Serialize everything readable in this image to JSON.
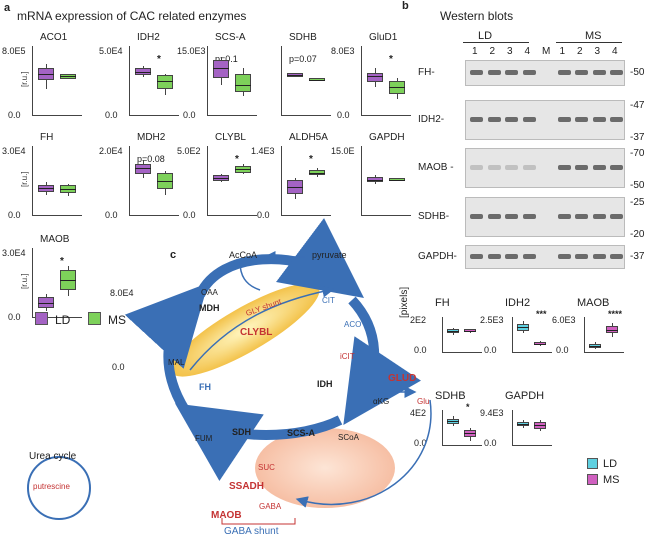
{
  "panel_a": {
    "letter": "a",
    "title": "mRNA expression of CAC related enzymes",
    "ylabel": "[r.u.]",
    "colors": {
      "LD": "#a463c4",
      "MS": "#7dd15a"
    },
    "charts": [
      {
        "name": "ACO1",
        "ymax": "8.0E5",
        "ymin": "0.0",
        "sig": "",
        "show_ylabel": true
      },
      {
        "name": "IDH2",
        "ymax": "5.0E4",
        "ymin": "0.0",
        "sig": "*",
        "show_ylabel": false
      },
      {
        "name": "SCS-A",
        "ymax": "15.0E3",
        "ymin": "0.0",
        "sig": "p=0.1",
        "show_ylabel": false
      },
      {
        "name": "SDHB",
        "ymax": "",
        "ymin": "",
        "sig": "p=0.07",
        "show_ylabel": false
      },
      {
        "name": "GluD1",
        "ymax": "8.0E3",
        "ymin": "0.0",
        "sig": "*",
        "show_ylabel": false
      },
      {
        "name": "FH",
        "ymax": "3.0E4",
        "ymin": "0.0",
        "sig": "",
        "show_ylabel": true
      },
      {
        "name": "MDH2",
        "ymax": "2.0E4",
        "ymin": "0.0",
        "sig": "p=0.08",
        "show_ylabel": false
      },
      {
        "name": "CLYBL",
        "ymax": "5.0E2",
        "ymin": "0.0",
        "sig": "*",
        "show_ylabel": false
      },
      {
        "name": "ALDH5A",
        "ymax": "1.4E3",
        "ymin": "0.0",
        "sig": "*",
        "show_ylabel": false
      },
      {
        "name": "GAPDH",
        "ymax": "15.0E",
        "ymin": "",
        "sig": "",
        "show_ylabel": false
      },
      {
        "name": "MAOB",
        "ymax": "3.0E4",
        "ymin": "0.0",
        "sig": "*",
        "show_ylabel": true
      }
    ],
    "extra_axis": {
      "ymax": "8.0E4",
      "ymin": "0.0"
    },
    "legend": [
      {
        "label": "LD",
        "color": "#a463c4"
      },
      {
        "label": "MS",
        "color": "#7dd15a"
      }
    ]
  },
  "chart_data": [
    {
      "type": "box",
      "title": "ACO1",
      "series": [
        {
          "name": "LD",
          "q1": 0.52,
          "median": 0.6,
          "q3": 0.68,
          "min": 0.38,
          "max": 0.75
        },
        {
          "name": "MS",
          "q1": 0.53,
          "median": 0.57,
          "q3": 0.6,
          "min": 0.53,
          "max": 0.6
        }
      ]
    },
    {
      "type": "box",
      "title": "IDH2",
      "series": [
        {
          "name": "LD",
          "q1": 0.58,
          "median": 0.63,
          "q3": 0.68,
          "min": 0.55,
          "max": 0.72
        },
        {
          "name": "MS",
          "q1": 0.38,
          "median": 0.5,
          "q3": 0.58,
          "min": 0.3,
          "max": 0.6
        }
      ]
    },
    {
      "type": "box",
      "title": "SCS-A",
      "series": [
        {
          "name": "LD",
          "q1": 0.55,
          "median": 0.68,
          "q3": 0.8,
          "min": 0.45,
          "max": 0.85
        },
        {
          "name": "MS",
          "q1": 0.35,
          "median": 0.45,
          "q3": 0.6,
          "min": 0.28,
          "max": 0.68
        }
      ]
    },
    {
      "type": "box",
      "title": "SDHB",
      "series": [
        {
          "name": "LD",
          "q1": 0.55,
          "median": 0.58,
          "q3": 0.62,
          "min": 0.55,
          "max": 0.62
        },
        {
          "name": "MS",
          "q1": 0.5,
          "median": 0.52,
          "q3": 0.54,
          "min": 0.5,
          "max": 0.54
        }
      ]
    },
    {
      "type": "box",
      "title": "GluD1",
      "series": [
        {
          "name": "LD",
          "q1": 0.48,
          "median": 0.57,
          "q3": 0.62,
          "min": 0.42,
          "max": 0.68
        },
        {
          "name": "MS",
          "q1": 0.32,
          "median": 0.42,
          "q3": 0.5,
          "min": 0.25,
          "max": 0.55
        }
      ]
    },
    {
      "type": "box",
      "title": "FH",
      "series": [
        {
          "name": "LD",
          "q1": 0.35,
          "median": 0.4,
          "q3": 0.45,
          "min": 0.3,
          "max": 0.48
        },
        {
          "name": "MS",
          "q1": 0.33,
          "median": 0.38,
          "q3": 0.44,
          "min": 0.28,
          "max": 0.46
        }
      ]
    },
    {
      "type": "box",
      "title": "MDH2",
      "series": [
        {
          "name": "LD",
          "q1": 0.6,
          "median": 0.68,
          "q3": 0.75,
          "min": 0.55,
          "max": 0.8
        },
        {
          "name": "MS",
          "q1": 0.38,
          "median": 0.5,
          "q3": 0.62,
          "min": 0.3,
          "max": 0.65
        }
      ]
    },
    {
      "type": "box",
      "title": "CLYBL",
      "series": [
        {
          "name": "LD",
          "q1": 0.5,
          "median": 0.54,
          "q3": 0.58,
          "min": 0.48,
          "max": 0.6
        },
        {
          "name": "MS",
          "q1": 0.62,
          "median": 0.67,
          "q3": 0.72,
          "min": 0.6,
          "max": 0.75
        }
      ]
    },
    {
      "type": "box",
      "title": "ALDH5A",
      "series": [
        {
          "name": "LD",
          "q1": 0.32,
          "median": 0.42,
          "q3": 0.52,
          "min": 0.25,
          "max": 0.55
        },
        {
          "name": "MS",
          "q1": 0.58,
          "median": 0.62,
          "q3": 0.66,
          "min": 0.56,
          "max": 0.68
        }
      ]
    },
    {
      "type": "box",
      "title": "GAPDH",
      "series": [
        {
          "name": "LD",
          "q1": 0.48,
          "median": 0.52,
          "q3": 0.56,
          "min": 0.45,
          "max": 0.58
        },
        {
          "name": "MS",
          "q1": 0.5,
          "median": 0.52,
          "q3": 0.54,
          "min": 0.5,
          "max": 0.55
        }
      ]
    },
    {
      "type": "box",
      "title": "MAOB",
      "series": [
        {
          "name": "LD",
          "q1": 0.15,
          "median": 0.22,
          "q3": 0.3,
          "min": 0.1,
          "max": 0.35
        },
        {
          "name": "MS",
          "q1": 0.4,
          "median": 0.55,
          "q3": 0.68,
          "min": 0.32,
          "max": 0.75
        }
      ]
    },
    {
      "type": "box",
      "title": "FH",
      "ylim_label": "2E2",
      "series": [
        {
          "name": "LD",
          "q1": 0.55,
          "median": 0.6,
          "q3": 0.66,
          "min": 0.5,
          "max": 0.7
        },
        {
          "name": "MS",
          "q1": 0.58,
          "median": 0.62,
          "q3": 0.66,
          "min": 0.55,
          "max": 0.68
        }
      ]
    },
    {
      "type": "box",
      "title": "IDH2",
      "ylim_label": "2.5E3",
      "series": [
        {
          "name": "LD",
          "q1": 0.62,
          "median": 0.72,
          "q3": 0.8,
          "min": 0.55,
          "max": 0.88
        },
        {
          "name": "MS",
          "q1": 0.22,
          "median": 0.26,
          "q3": 0.3,
          "min": 0.2,
          "max": 0.32
        }
      ]
    },
    {
      "type": "box",
      "title": "MAOB",
      "ylim_label": "6.0E3",
      "series": [
        {
          "name": "LD",
          "q1": 0.15,
          "median": 0.2,
          "q3": 0.25,
          "min": 0.1,
          "max": 0.3
        },
        {
          "name": "MS",
          "q1": 0.55,
          "median": 0.65,
          "q3": 0.75,
          "min": 0.45,
          "max": 0.82
        }
      ]
    },
    {
      "type": "box",
      "title": "SDHB",
      "ylim_label": "4E2",
      "series": [
        {
          "name": "LD",
          "q1": 0.62,
          "median": 0.7,
          "q3": 0.76,
          "min": 0.55,
          "max": 0.82
        },
        {
          "name": "MS",
          "q1": 0.25,
          "median": 0.35,
          "q3": 0.45,
          "min": 0.15,
          "max": 0.5
        }
      ]
    },
    {
      "type": "box",
      "title": "GAPDH",
      "ylim_label": "9.4E3",
      "series": [
        {
          "name": "LD",
          "q1": 0.55,
          "median": 0.62,
          "q3": 0.68,
          "min": 0.5,
          "max": 0.72
        },
        {
          "name": "MS",
          "q1": 0.48,
          "median": 0.58,
          "q3": 0.66,
          "min": 0.42,
          "max": 0.72
        }
      ]
    }
  ],
  "panel_b": {
    "letter": "b",
    "title": "Western blots",
    "group_ld": "LD",
    "group_ms": "MS",
    "lanes": [
      "1",
      "2",
      "3",
      "4",
      "M",
      "1",
      "2",
      "3",
      "4"
    ],
    "blots": [
      {
        "label": "FH-",
        "mw": [
          "-50"
        ]
      },
      {
        "label": "IDH2-",
        "mw": [
          "-47",
          "-37"
        ]
      },
      {
        "label": "MAOB -",
        "mw": [
          "-70",
          "-50"
        ]
      },
      {
        "label": "SDHB-",
        "mw": [
          "-25",
          "-20"
        ]
      },
      {
        "label": "GAPDH-",
        "mw": [
          "-37"
        ]
      }
    ],
    "ylabel": "[pixels]",
    "quant": [
      {
        "name": "FH",
        "ymax": "2E2",
        "ymin": "0.0",
        "sig": ""
      },
      {
        "name": "IDH2",
        "ymax": "2.5E3",
        "ymin": "0.0",
        "sig": "***"
      },
      {
        "name": "MAOB",
        "ymax": "6.0E3",
        "ymin": "0.0",
        "sig": "****"
      },
      {
        "name": "SDHB",
        "ymax": "4E2",
        "ymin": "0.0",
        "sig": "*"
      },
      {
        "name": "GAPDH",
        "ymax": "9.4E3",
        "ymin": "0.0",
        "sig": ""
      }
    ],
    "legend": [
      {
        "label": "LD",
        "color": "#5fd0e0"
      },
      {
        "label": "MS",
        "color": "#d060c0"
      }
    ]
  },
  "panel_c": {
    "letter": "c",
    "accoa": "AcCoA",
    "pyruvate": "pyruvate",
    "cit": "CIT",
    "aco": "ACO",
    "icit": "iCIT",
    "idh": "IDH",
    "glud": "GLUD",
    "akg": "αKG",
    "glu": "Glu",
    "scoa": "SCoA",
    "scsa": "SCS-A",
    "suc": "SUC",
    "sdh": "SDH",
    "fum": "FUM",
    "fh": "FH",
    "mal": "MAL",
    "oaa": "OAA",
    "mdh": "MDH",
    "gly_shunt": "GLY shunt",
    "clybl": "CLYBL",
    "urea": "Urea cycle",
    "putrescine": "putrescine",
    "ssadh": "SSADH",
    "gaba": "GABA",
    "maob": "MAOB",
    "gaba_shunt": "GABA shunt"
  }
}
